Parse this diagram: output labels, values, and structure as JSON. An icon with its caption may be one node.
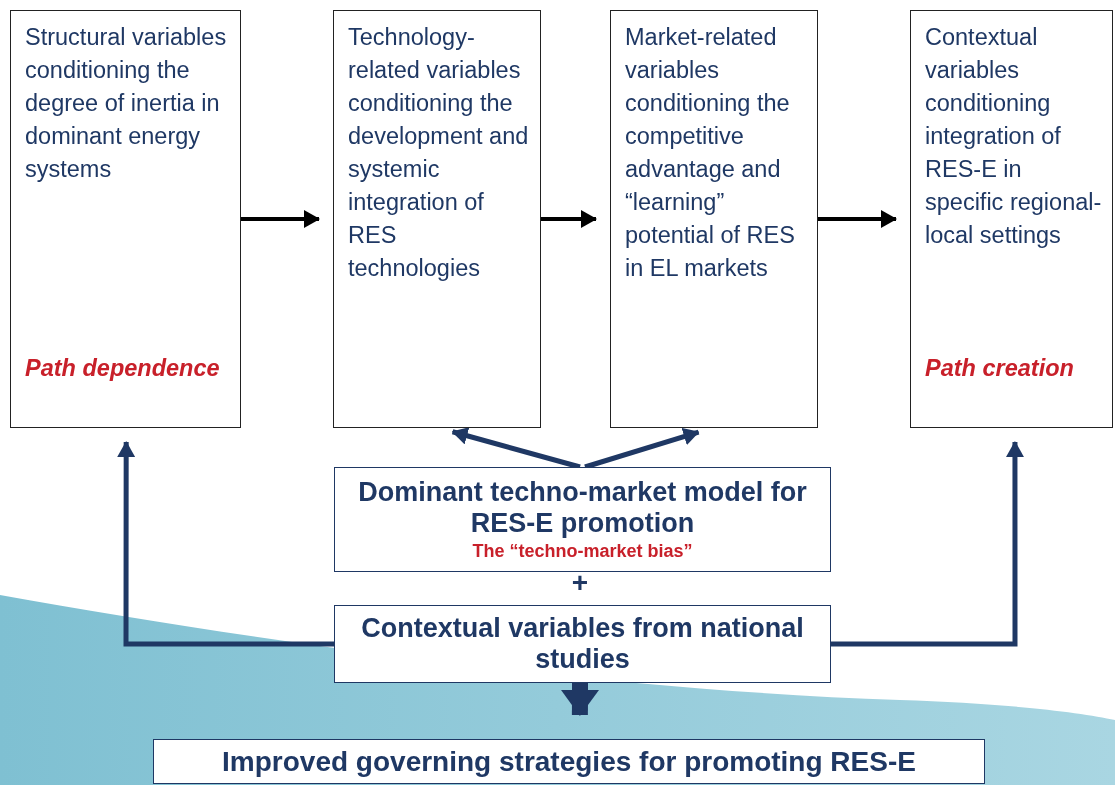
{
  "diagram": {
    "nodes": [
      {
        "text": [
          "Structural variables conditioning the degree of inertia in dominant energy systems",
          "Path dependence"
        ]
      },
      {
        "text": [
          "Technology-related variables conditioning the development and systemic integration of RES technologies"
        ]
      },
      {
        "text": [
          "Market-related variables conditioning the competitive advantage and “learning” potential of RES in EL markets"
        ]
      },
      {
        "text": [
          "Contextual variables conditioning integration of RES-E in specific regional-local settings",
          "Path creation"
        ]
      },
      {
        "text": [
          "Dominant techno-market model for RES-E promotion",
          "The “techno-market bias”"
        ]
      },
      {
        "text": [
          "Contextual variables from national studies"
        ]
      },
      {
        "text": [
          "Improved governing strategies for promoting RES-E"
        ]
      }
    ],
    "edges": [
      {
        "from": 0,
        "to": 1,
        "arrow": "to",
        "color": "#000000"
      },
      {
        "from": 1,
        "to": 2,
        "arrow": "to",
        "color": "#000000"
      },
      {
        "from": 2,
        "to": 3,
        "arrow": "to",
        "color": "#000000"
      },
      {
        "from": 4,
        "to": 1,
        "arrow": "to"
      },
      {
        "from": 4,
        "to": 2,
        "arrow": "to"
      },
      {
        "from": 5,
        "to": 0,
        "arrow": "to"
      },
      {
        "from": 5,
        "to": 3,
        "arrow": "to"
      },
      {
        "from": 5,
        "to": 6,
        "arrow": "to",
        "style": "thick"
      }
    ],
    "labels": [
      "+"
    ]
  }
}
